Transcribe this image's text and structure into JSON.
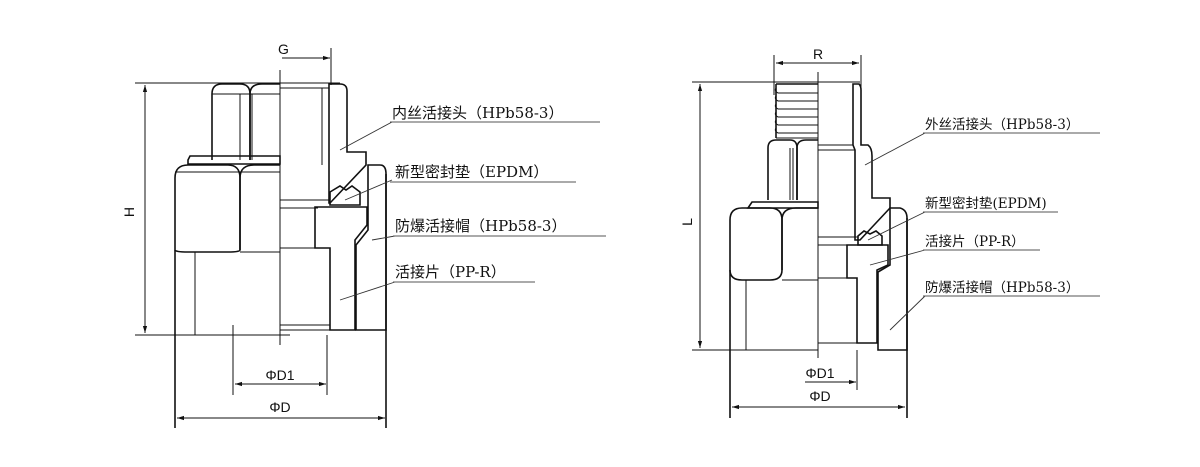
{
  "figures": [
    {
      "id": "female-thread-union",
      "dimensions": {
        "thread": "G",
        "height": "H",
        "inner_diameter": "ΦD1",
        "outer_diameter": "ΦD"
      },
      "callouts": [
        "内丝活接头（HPb58-3）",
        "新型密封垫（EPDM）",
        "防爆活接帽（HPb58-3）",
        "活接片（PP-R）"
      ]
    },
    {
      "id": "male-thread-union",
      "dimensions": {
        "thread": "R",
        "length": "L",
        "inner_diameter": "ΦD1",
        "outer_diameter": "ΦD"
      },
      "callouts": [
        "外丝活接头（HPb58-3）",
        "新型密封垫(EPDM)",
        "活接片（PP-R）",
        "防爆活接帽（HPb58-3）"
      ]
    }
  ],
  "colors": {
    "line": "#111111",
    "background": "#ffffff"
  }
}
